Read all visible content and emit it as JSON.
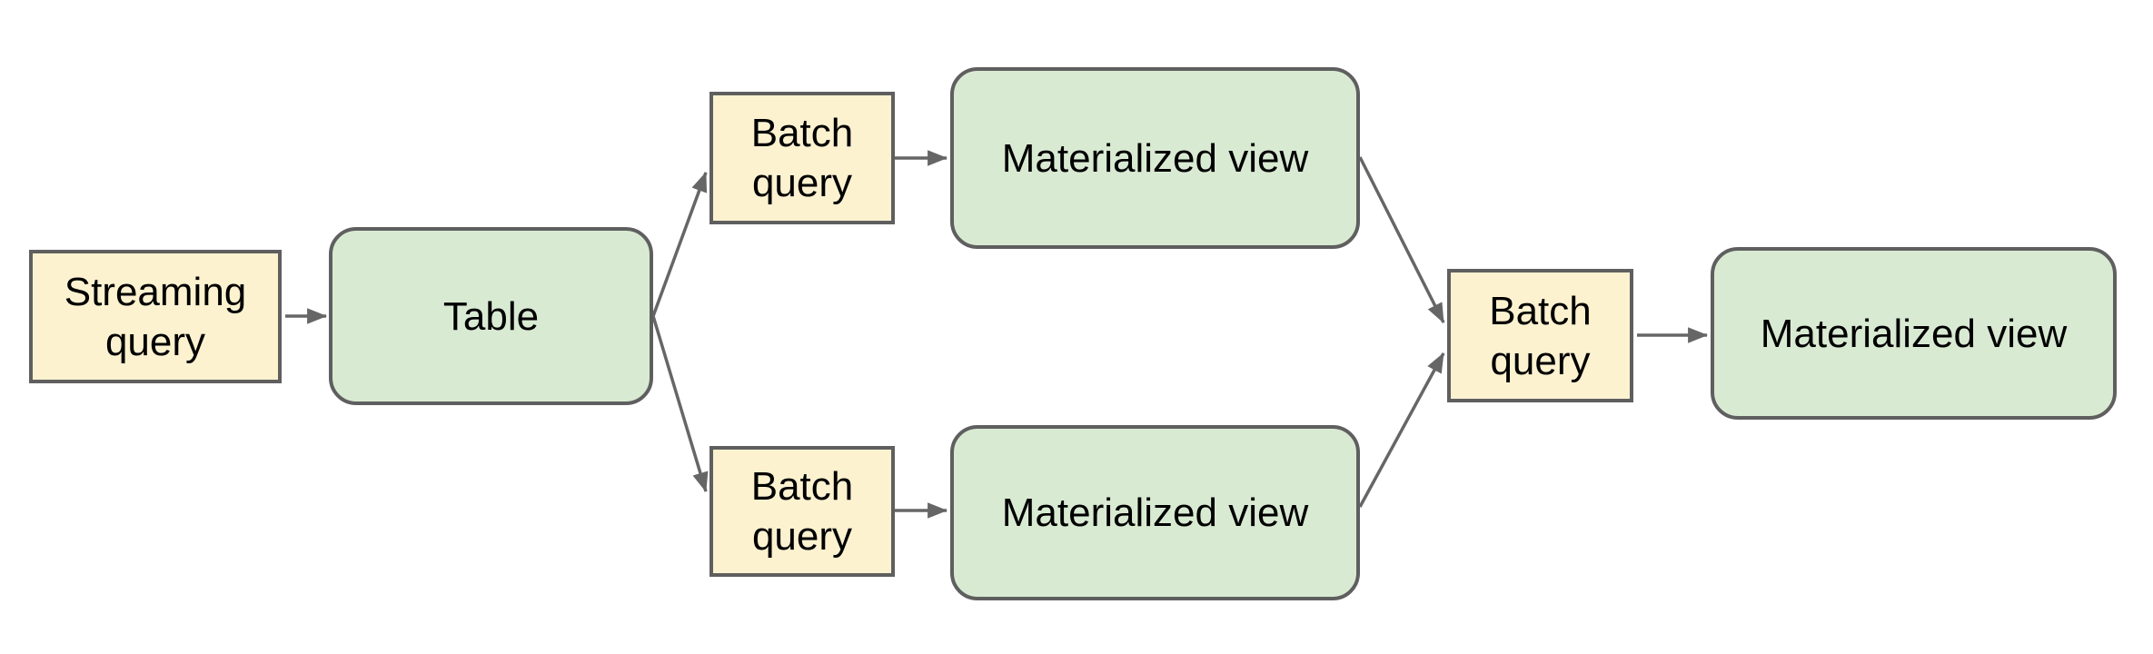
{
  "diagram": {
    "background": "#ffffff",
    "colors": {
      "query_fill": "#fcf2d0",
      "view_fill": "#d9ead3",
      "node_border": "#5f5f5f",
      "arrow": "#666666",
      "text": "#000000"
    },
    "nodes": [
      {
        "id": "streaming-query",
        "label": "Streaming query",
        "shape": "rectangle",
        "role": "query"
      },
      {
        "id": "table",
        "label": "Table",
        "shape": "rounded",
        "role": "table"
      },
      {
        "id": "batch-query-top",
        "label": "Batch query",
        "shape": "rectangle",
        "role": "query"
      },
      {
        "id": "materialized-view-top",
        "label": "Materialized view",
        "shape": "rounded",
        "role": "view"
      },
      {
        "id": "batch-query-bottom",
        "label": "Batch query",
        "shape": "rectangle",
        "role": "query"
      },
      {
        "id": "materialized-view-bottom",
        "label": "Materialized view",
        "shape": "rounded",
        "role": "view"
      },
      {
        "id": "batch-query-right",
        "label": "Batch query",
        "shape": "rectangle",
        "role": "query"
      },
      {
        "id": "materialized-view-right",
        "label": "Materialized view",
        "shape": "rounded",
        "role": "view"
      }
    ],
    "edges": [
      {
        "from": "streaming-query",
        "to": "table"
      },
      {
        "from": "table",
        "to": "batch-query-top"
      },
      {
        "from": "table",
        "to": "batch-query-bottom"
      },
      {
        "from": "batch-query-top",
        "to": "materialized-view-top"
      },
      {
        "from": "batch-query-bottom",
        "to": "materialized-view-bottom"
      },
      {
        "from": "materialized-view-top",
        "to": "batch-query-right"
      },
      {
        "from": "materialized-view-bottom",
        "to": "batch-query-right"
      },
      {
        "from": "batch-query-right",
        "to": "materialized-view-right"
      }
    ]
  }
}
